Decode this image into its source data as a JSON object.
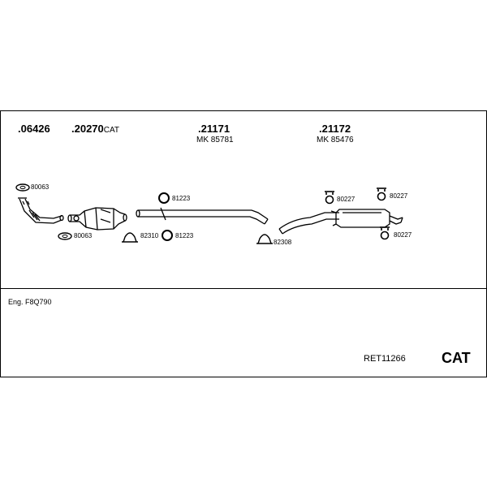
{
  "header": {
    "parts": [
      {
        "number": ".06426",
        "suffix": ""
      },
      {
        "number": ".20270",
        "suffix": "CAT"
      },
      {
        "number": ".21171",
        "sub": "MK 85781"
      },
      {
        "number": ".21172",
        "sub": "MK 85476"
      }
    ]
  },
  "labels": {
    "l80063_top": "80063",
    "l80063_bottom": "80063",
    "l82310": "82310",
    "l81223_top": "81223",
    "l81223_bottom": "81223",
    "l82308": "82308",
    "l80227_a": "80227",
    "l80227_b": "80227",
    "l80227_c": "80227"
  },
  "footer": {
    "engine": "Eng. F8Q790",
    "ref": "RET11266",
    "cat": "CAT"
  }
}
